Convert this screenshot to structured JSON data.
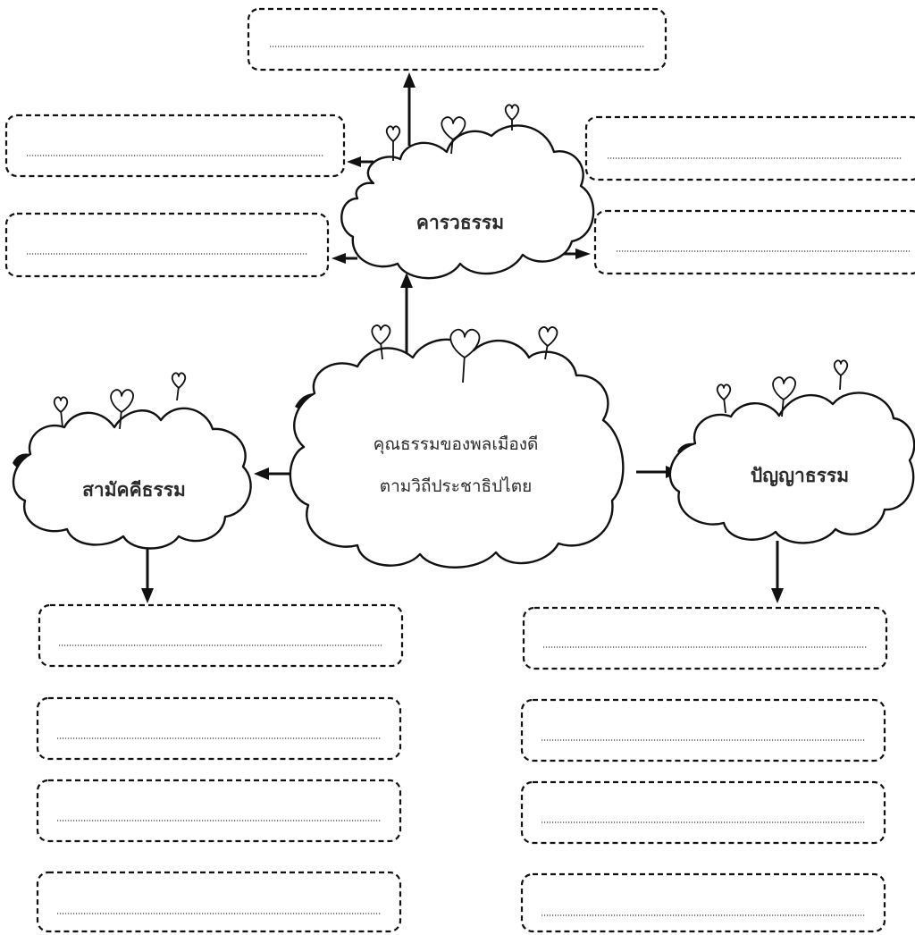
{
  "diagram": {
    "center": {
      "name": "center-cloud",
      "lines": [
        "คุณธรรมของพลเมืองดี",
        "ตามวิถีประชาธิปไตย"
      ]
    },
    "branches": [
      {
        "name": "top-cloud",
        "label": "คารวธรรม",
        "answer_boxes": 5
      },
      {
        "name": "left-cloud",
        "label": "สามัคคีธรรม",
        "answer_boxes": 4
      },
      {
        "name": "right-cloud",
        "label": "ปัญญาธรรม",
        "answer_boxes": 4
      }
    ],
    "colors": {
      "ink": "#111111",
      "text": "#2b2b2b",
      "background": "#ffffff"
    }
  }
}
